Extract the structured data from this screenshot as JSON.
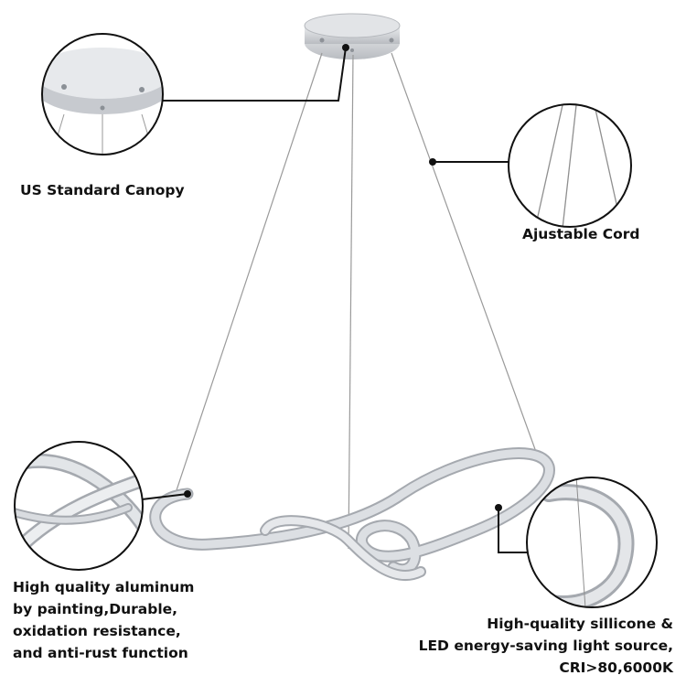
{
  "callouts": {
    "canopy": {
      "lines": [
        "US Standard Canopy"
      ]
    },
    "cord": {
      "lines": [
        "Ajustable Cord"
      ]
    },
    "aluminum": {
      "lines": [
        "High quality aluminum",
        "by painting,Durable,",
        "oxidation resistance,",
        "and anti-rust function"
      ]
    },
    "led": {
      "lines": [
        "High-quality sillicone &",
        "LED energy-saving light source,",
        "CRI>80,6000K"
      ]
    }
  },
  "colors": {
    "background": "#ffffff",
    "text": "#111111",
    "callout_line": "#111111",
    "fixture_silver": "#d6d8dc",
    "fixture_shadow": "#a7abb2",
    "suspension_cable": "#9a9a9a"
  }
}
